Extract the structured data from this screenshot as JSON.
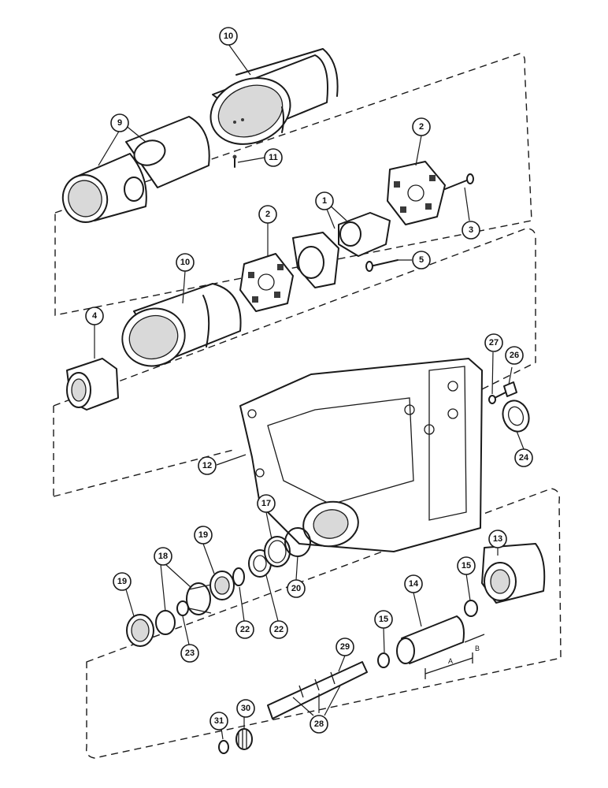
{
  "callouts": [
    {
      "label": "10"
    },
    {
      "label": "9"
    },
    {
      "label": "11"
    },
    {
      "label": "2"
    },
    {
      "label": "3"
    },
    {
      "label": "1"
    },
    {
      "label": "2"
    },
    {
      "label": "5"
    },
    {
      "label": "10"
    },
    {
      "label": "4"
    },
    {
      "label": "27"
    },
    {
      "label": "26"
    },
    {
      "label": "12"
    },
    {
      "label": "24"
    },
    {
      "label": "17"
    },
    {
      "label": "19"
    },
    {
      "label": "18"
    },
    {
      "label": "19"
    },
    {
      "label": "20"
    },
    {
      "label": "22"
    },
    {
      "label": "22"
    },
    {
      "label": "23"
    },
    {
      "label": "13"
    },
    {
      "label": "15"
    },
    {
      "label": "14"
    },
    {
      "label": "15"
    },
    {
      "label": "29"
    },
    {
      "label": "30"
    },
    {
      "label": "31"
    },
    {
      "label": "28"
    }
  ],
  "dimensions": {
    "a": "A",
    "b": "B"
  }
}
